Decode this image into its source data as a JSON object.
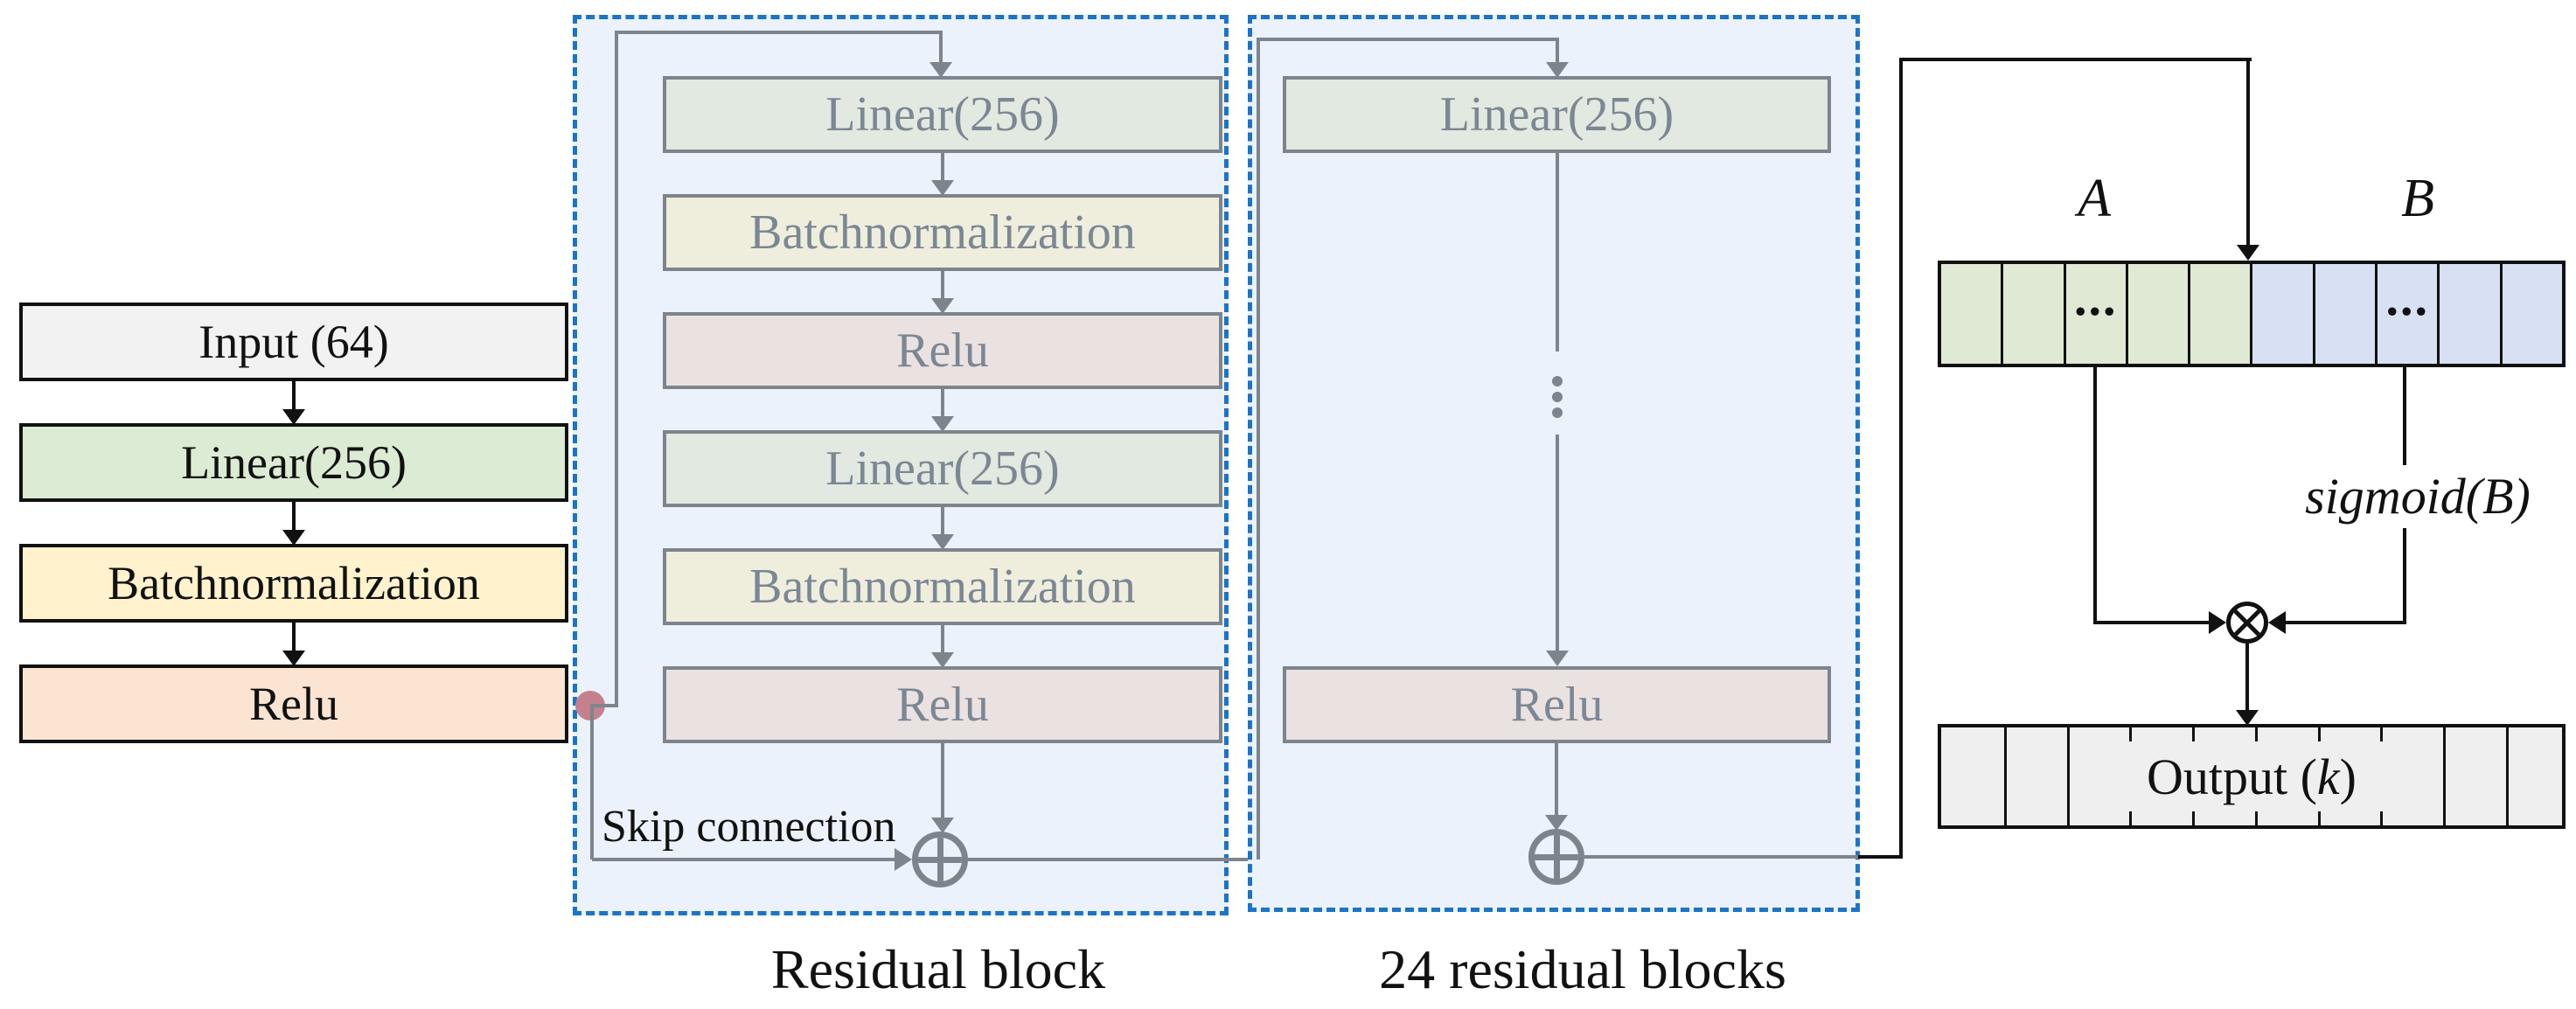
{
  "colors": {
    "dashed_border": "#1b74c8",
    "block_background": "#ecf2fb",
    "gray_line": "#7e848c",
    "black_line": "#111111",
    "muted_text": "#7c8794",
    "input_fill": "#f2f2f2",
    "linear_fill": "#dcebd3",
    "batchnorm_fill": "#fff2cc",
    "relu_fill": "#fce4d3",
    "muted_linear_fill": "#e1e9e0",
    "muted_batchnorm_fill": "#efeedd",
    "muted_relu_fill": "#eae2e1",
    "vector_a_fill": "#dfe9d3",
    "vector_b_fill": "#d8e1f3",
    "output_fill": "#efefef",
    "skip_dot_fill": "#c4818d"
  },
  "left_column": {
    "layers": [
      "Input (64)",
      "Linear(256)",
      "Batchnormalization",
      "Relu"
    ]
  },
  "residual_block": {
    "caption": "Residual block",
    "skip_label": "Skip connection",
    "layers": [
      "Linear(256)",
      "Batchnormalization",
      "Relu",
      "Linear(256)",
      "Batchnormalization",
      "Relu"
    ]
  },
  "stacked_blocks": {
    "caption": "24 residual blocks",
    "first_layer": "Linear(256)",
    "last_layer": "Relu"
  },
  "split_vector": {
    "a_label": "A",
    "b_label": "B",
    "ellipsis": "...",
    "sigmoid_label": "sigmoid(B)"
  },
  "output_vector": {
    "prefix": "Output (",
    "variable": "k",
    "suffix": ")"
  }
}
